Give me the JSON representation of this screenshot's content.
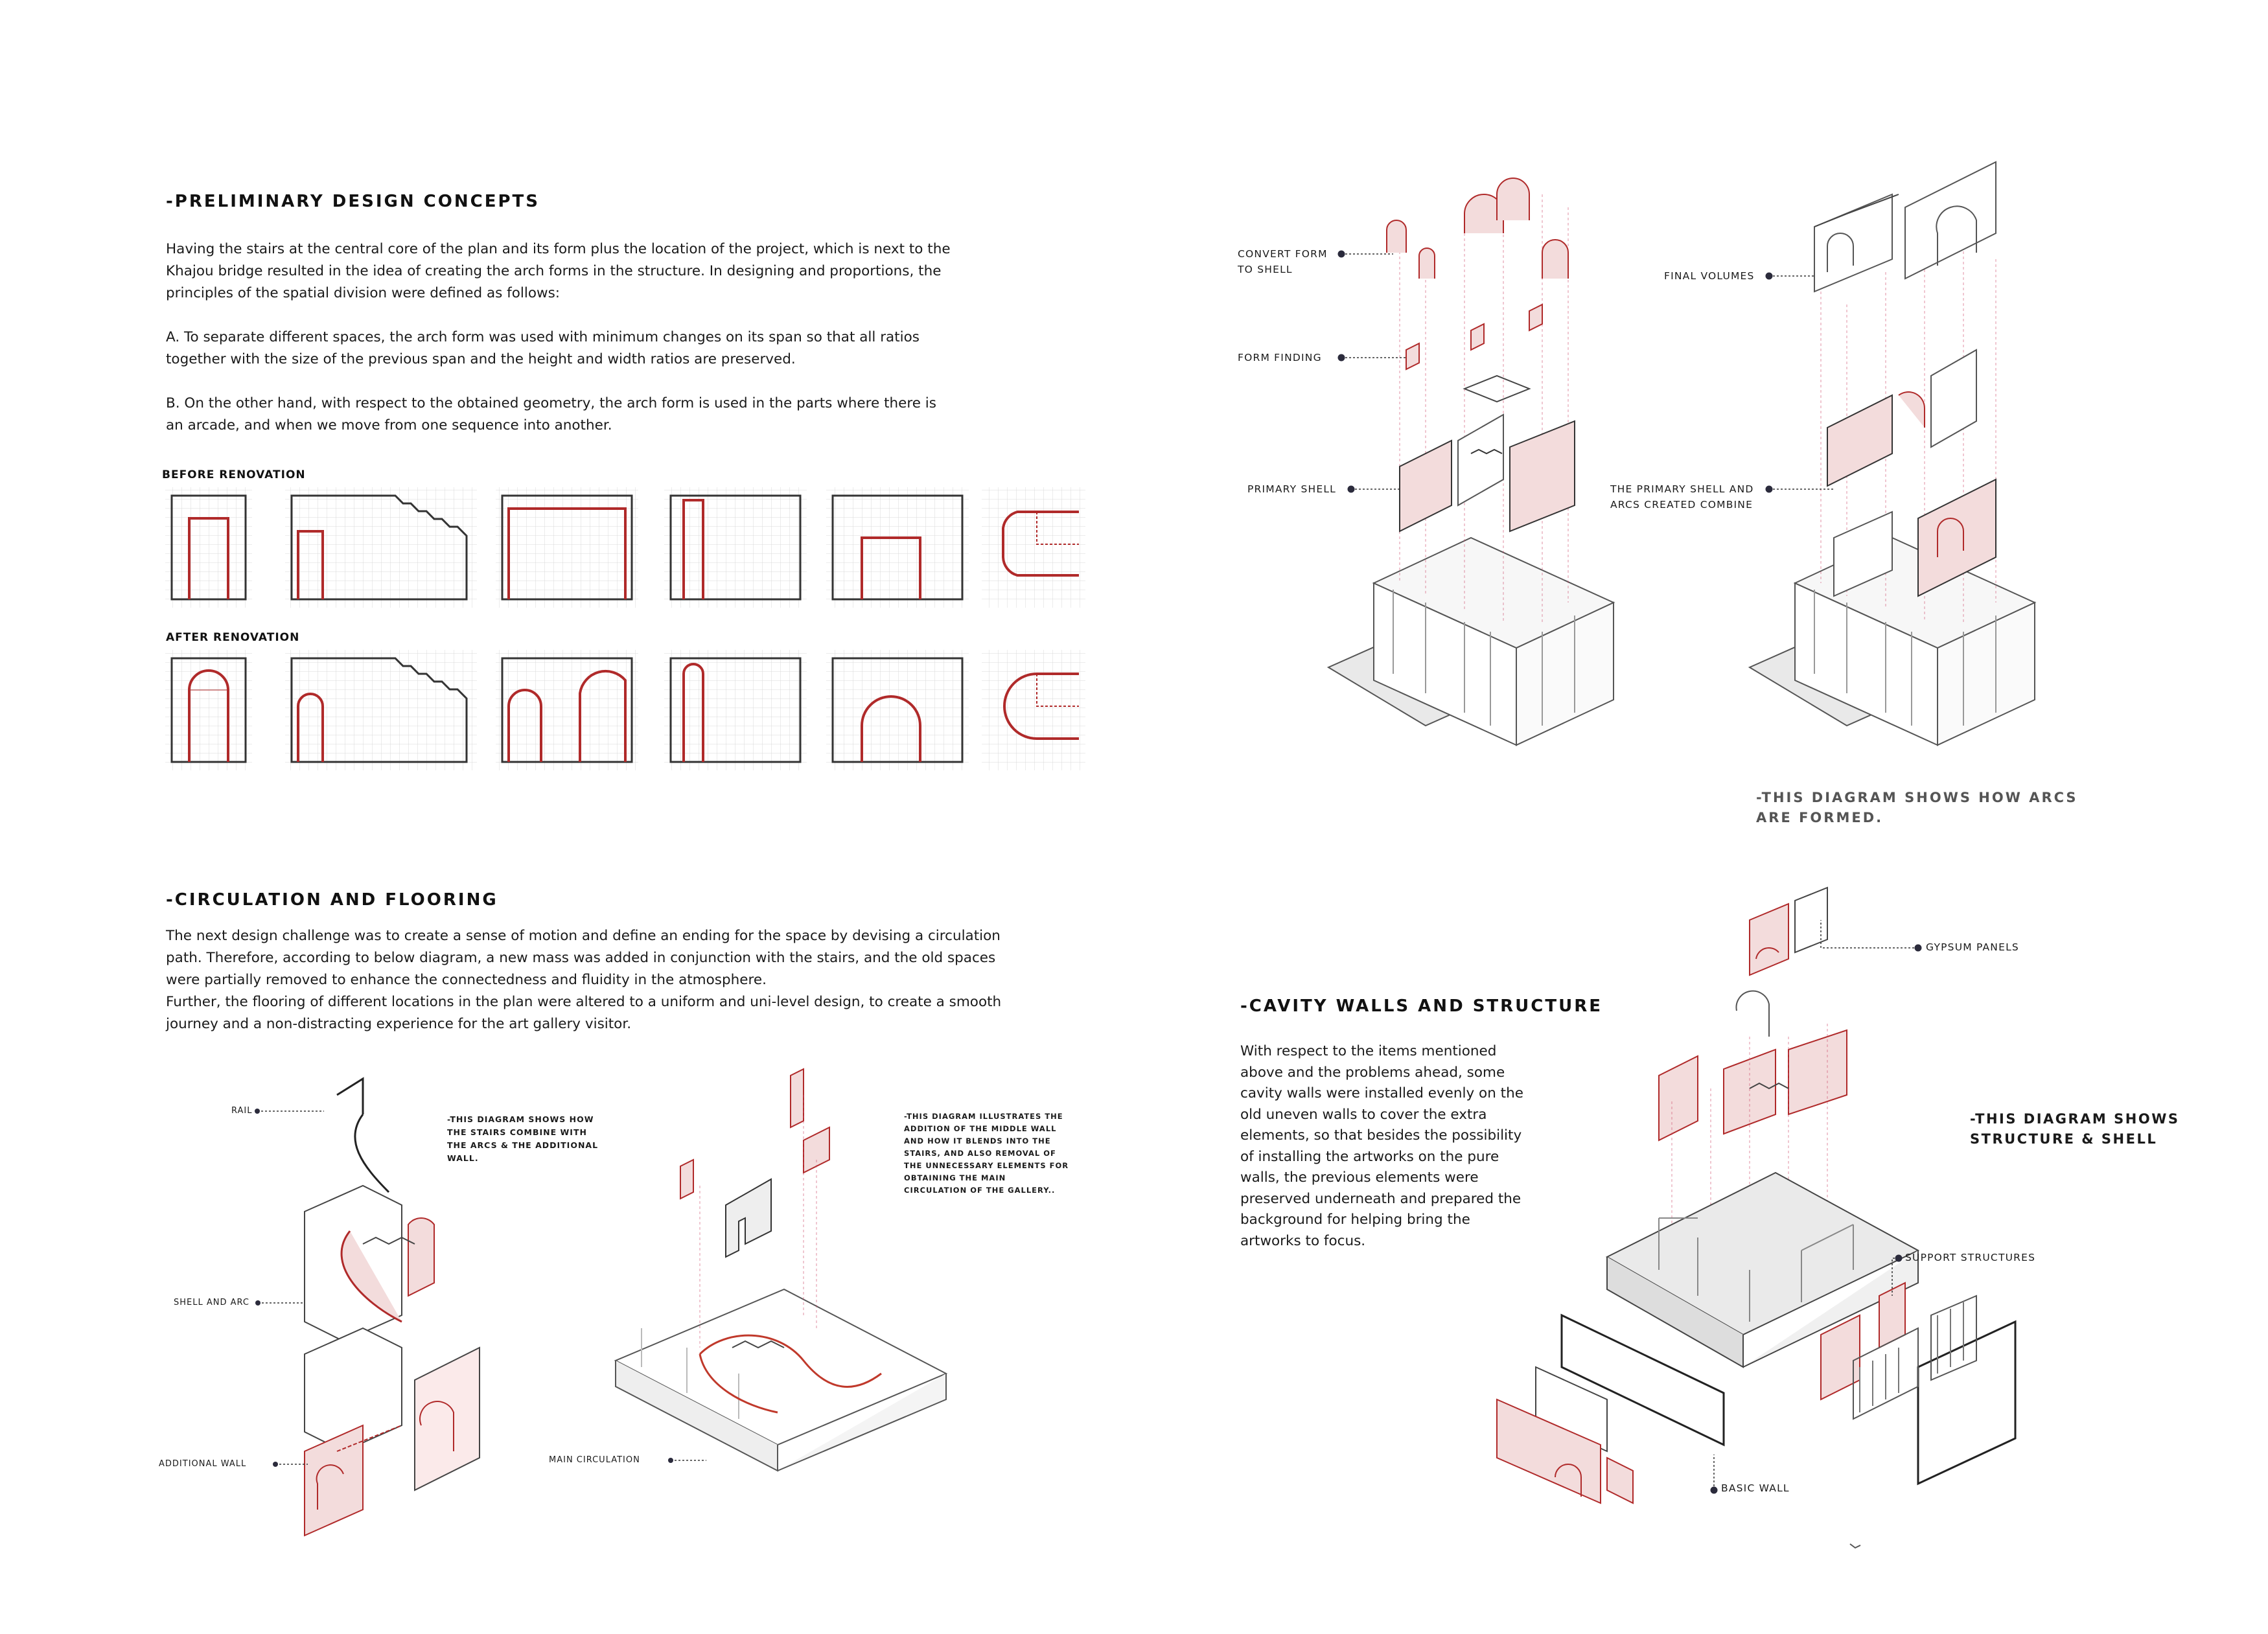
{
  "section1": {
    "heading": "-PRELIMINARY DESIGN CONCEPTS",
    "paragraphs": [
      "Having the stairs at the central core of the plan and its form plus the location of the project, which is next to the",
      "Khajou bridge resulted in the idea of creating the arch forms in the structure. In designing and proportions, the",
      "principles of the spatial division were defined as follows:",
      "A. To separate different spaces, the arch form was used with minimum changes on its span so that all ratios",
      "together with the size of the previous span and the height and width ratios are preserved.",
      "B. On the other hand, with respect to the obtained geometry, the arch form is used in the parts where there is",
      "an arcade, and when we move from one sequence into another."
    ],
    "before_label": "BEFORE RENOVATION",
    "after_label": "AFTER RENOVATION"
  },
  "section2": {
    "heading": "-CIRCULATION AND FLOORING",
    "paragraphs": [
      "The next design challenge was to create a sense of motion and define an ending for the space by devising a circulation",
      "path. Therefore, according to below diagram, a new mass was added in conjunction with the stairs, and the old spaces",
      "were partially removed to enhance the connectedness and fluidity in the atmosphere.",
      "Further, the flooring of different locations in the plan were altered to a uniform and uni-level design, to create a smooth",
      "journey and a non-distracting experience for the art gallery visitor."
    ],
    "labels": {
      "rail": "RAIL",
      "shell_arc": "SHELL AND ARC",
      "additional_wall": "ADDITIONAL WALL",
      "main_circulation": "MAIN CIRCULATION"
    },
    "note1": [
      "-THIS DIAGRAM SHOWS HOW",
      "THE STAIRS COMBINE WITH",
      "THE ARCS & THE ADDITIONAL",
      "WALL."
    ],
    "note2": [
      "-THIS DIAGRAM ILLUSTRATES THE",
      "ADDITION OF THE MIDDLE WALL",
      "AND HOW IT BLENDS INTO THE",
      "STAIRS, AND ALSO REMOVAL OF",
      "THE UNNECESSARY ELEMENTS FOR",
      "OBTAINING THE MAIN",
      "CIRCULATION OF THE GALLERY.."
    ]
  },
  "section3": {
    "labels": {
      "convert_form": [
        "CONVERT FORM",
        "TO SHELL"
      ],
      "form_finding": "FORM FINDING",
      "primary_shell": "PRIMARY SHELL",
      "final_volumes": "FINAL VOLUMES",
      "combine": [
        "THE PRIMARY SHELL AND",
        "ARCS CREATED COMBINE"
      ]
    },
    "caption": [
      "-THIS DIAGRAM SHOWS HOW ARCS",
      "ARE FORMED."
    ]
  },
  "section4": {
    "heading": "-CAVITY WALLS AND STRUCTURE",
    "paragraphs": [
      "With respect to the items mentioned",
      "above and the problems ahead, some",
      "cavity walls were installed evenly on the",
      "old uneven walls to cover the extra",
      "elements, so that besides the possibility",
      "of installing the artworks on the pure",
      "walls, the previous elements were",
      "preserved underneath and prepared the",
      "background for helping bring the",
      "artworks to focus."
    ],
    "labels": {
      "gypsum": "GYPSUM PANELS",
      "support": "SUPPORT STRUCTURES",
      "basic_wall": "BASIC WALL"
    },
    "caption": [
      "-THIS DIAGRAM SHOWS",
      "STRUCTURE & SHELL"
    ]
  },
  "colors": {
    "accent": "#c0392b",
    "accent_fill": "#f5d5d5",
    "line": "#333333",
    "grid": "#d8d8d8"
  }
}
